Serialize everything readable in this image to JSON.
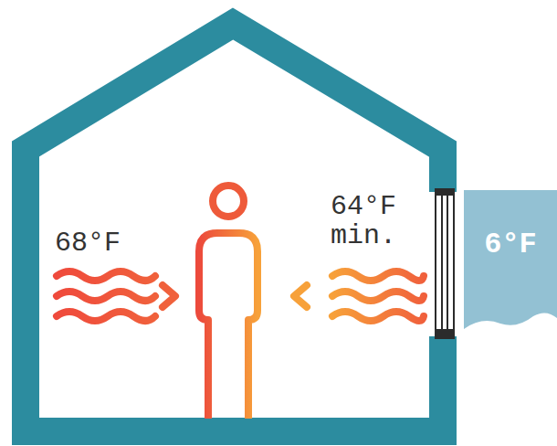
{
  "diagram": {
    "nodes": [
      {
        "text": [
          "6°F"
        ]
      }
    ],
    "labels": [
      "68°F",
      "64°F min."
    ]
  }
}
